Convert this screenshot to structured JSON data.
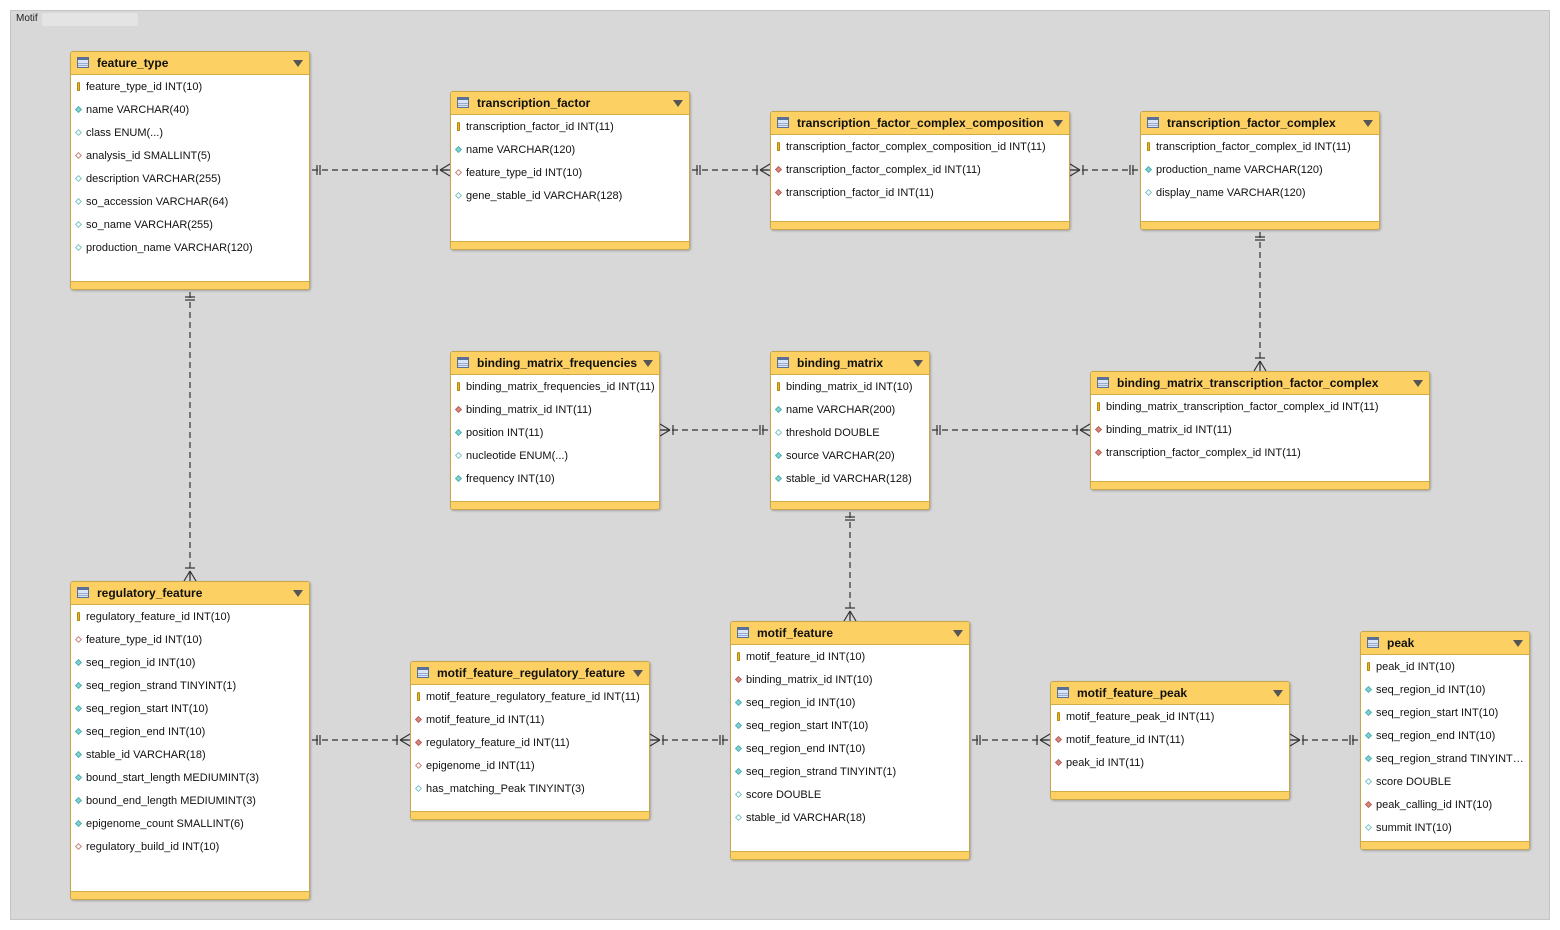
{
  "diagram": {
    "group_title": "Motif",
    "tables": [
      {
        "id": "feature_type",
        "name": "feature_type",
        "columns": [
          {
            "text": "feature_type_id INT(10)",
            "key": "pk"
          },
          {
            "text": "name VARCHAR(40)",
            "key": "idx"
          },
          {
            "text": "class ENUM(...)",
            "key": "col"
          },
          {
            "text": "analysis_id SMALLINT(5)",
            "key": "fkcol"
          },
          {
            "text": "description VARCHAR(255)",
            "key": "col"
          },
          {
            "text": "so_accession VARCHAR(64)",
            "key": "col"
          },
          {
            "text": "so_name VARCHAR(255)",
            "key": "col"
          },
          {
            "text": "production_name VARCHAR(120)",
            "key": "col"
          }
        ]
      },
      {
        "id": "transcription_factor",
        "name": "transcription_factor",
        "columns": [
          {
            "text": "transcription_factor_id INT(11)",
            "key": "pk"
          },
          {
            "text": "name VARCHAR(120)",
            "key": "idx"
          },
          {
            "text": "feature_type_id INT(10)",
            "key": "fkcol"
          },
          {
            "text": "gene_stable_id VARCHAR(128)",
            "key": "col"
          }
        ]
      },
      {
        "id": "tfcc",
        "name": "transcription_factor_complex_composition",
        "columns": [
          {
            "text": "transcription_factor_complex_composition_id INT(11)",
            "key": "pk"
          },
          {
            "text": "transcription_factor_complex_id INT(11)",
            "key": "fk"
          },
          {
            "text": "transcription_factor_id INT(11)",
            "key": "fk"
          }
        ]
      },
      {
        "id": "tfc",
        "name": "transcription_factor_complex",
        "columns": [
          {
            "text": "transcription_factor_complex_id INT(11)",
            "key": "pk"
          },
          {
            "text": "production_name VARCHAR(120)",
            "key": "idx"
          },
          {
            "text": "display_name VARCHAR(120)",
            "key": "col"
          }
        ]
      },
      {
        "id": "bmf",
        "name": "binding_matrix_frequencies",
        "columns": [
          {
            "text": "binding_matrix_frequencies_id INT(11)",
            "key": "pk"
          },
          {
            "text": "binding_matrix_id INT(11)",
            "key": "fk"
          },
          {
            "text": "position INT(11)",
            "key": "idx"
          },
          {
            "text": "nucleotide ENUM(...)",
            "key": "col"
          },
          {
            "text": "frequency INT(10)",
            "key": "idx"
          }
        ]
      },
      {
        "id": "bm",
        "name": "binding_matrix",
        "columns": [
          {
            "text": "binding_matrix_id INT(10)",
            "key": "pk"
          },
          {
            "text": "name VARCHAR(200)",
            "key": "idx"
          },
          {
            "text": "threshold DOUBLE",
            "key": "col"
          },
          {
            "text": "source VARCHAR(20)",
            "key": "idx"
          },
          {
            "text": "stable_id VARCHAR(128)",
            "key": "idx"
          }
        ]
      },
      {
        "id": "bmtfc",
        "name": "binding_matrix_transcription_factor_complex",
        "columns": [
          {
            "text": "binding_matrix_transcription_factor_complex_id INT(11)",
            "key": "pk"
          },
          {
            "text": "binding_matrix_id INT(11)",
            "key": "fk"
          },
          {
            "text": "transcription_factor_complex_id INT(11)",
            "key": "fk"
          }
        ]
      },
      {
        "id": "rf",
        "name": "regulatory_feature",
        "columns": [
          {
            "text": "regulatory_feature_id INT(10)",
            "key": "pk"
          },
          {
            "text": "feature_type_id INT(10)",
            "key": "fkcol"
          },
          {
            "text": "seq_region_id INT(10)",
            "key": "idx"
          },
          {
            "text": "seq_region_strand TINYINT(1)",
            "key": "idx"
          },
          {
            "text": "seq_region_start INT(10)",
            "key": "idx"
          },
          {
            "text": "seq_region_end INT(10)",
            "key": "idx"
          },
          {
            "text": "stable_id VARCHAR(18)",
            "key": "idx"
          },
          {
            "text": "bound_start_length MEDIUMINT(3)",
            "key": "idx"
          },
          {
            "text": "bound_end_length MEDIUMINT(3)",
            "key": "idx"
          },
          {
            "text": "epigenome_count SMALLINT(6)",
            "key": "idx"
          },
          {
            "text": "regulatory_build_id INT(10)",
            "key": "fkcol"
          }
        ]
      },
      {
        "id": "mfrf",
        "name": "motif_feature_regulatory_feature",
        "columns": [
          {
            "text": "motif_feature_regulatory_feature_id INT(11)",
            "key": "pk"
          },
          {
            "text": "motif_feature_id INT(11)",
            "key": "fk"
          },
          {
            "text": "regulatory_feature_id INT(11)",
            "key": "fk"
          },
          {
            "text": "epigenome_id INT(11)",
            "key": "fkcol"
          },
          {
            "text": "has_matching_Peak TINYINT(3)",
            "key": "col"
          }
        ]
      },
      {
        "id": "mf",
        "name": "motif_feature",
        "columns": [
          {
            "text": "motif_feature_id INT(10)",
            "key": "pk"
          },
          {
            "text": "binding_matrix_id INT(10)",
            "key": "fk"
          },
          {
            "text": "seq_region_id INT(10)",
            "key": "idx"
          },
          {
            "text": "seq_region_start INT(10)",
            "key": "idx"
          },
          {
            "text": "seq_region_end INT(10)",
            "key": "idx"
          },
          {
            "text": "seq_region_strand TINYINT(1)",
            "key": "idx"
          },
          {
            "text": "score DOUBLE",
            "key": "col"
          },
          {
            "text": "stable_id VARCHAR(18)",
            "key": "col"
          }
        ]
      },
      {
        "id": "mfp",
        "name": "motif_feature_peak",
        "columns": [
          {
            "text": "motif_feature_peak_id INT(11)",
            "key": "pk"
          },
          {
            "text": "motif_feature_id INT(11)",
            "key": "fk"
          },
          {
            "text": "peak_id INT(11)",
            "key": "fk"
          }
        ]
      },
      {
        "id": "peak",
        "name": "peak",
        "columns": [
          {
            "text": "peak_id INT(10)",
            "key": "pk"
          },
          {
            "text": "seq_region_id INT(10)",
            "key": "idx"
          },
          {
            "text": "seq_region_start INT(10)",
            "key": "idx"
          },
          {
            "text": "seq_region_end INT(10)",
            "key": "idx"
          },
          {
            "text": "seq_region_strand TINYINT…",
            "key": "idx"
          },
          {
            "text": "score DOUBLE",
            "key": "col"
          },
          {
            "text": "peak_calling_id INT(10)",
            "key": "fk"
          },
          {
            "text": "summit INT(10)",
            "key": "col"
          }
        ]
      }
    ],
    "relationships": [
      {
        "from": "feature_type",
        "to": "transcription_factor",
        "from_card": "one",
        "to_card": "many"
      },
      {
        "from": "transcription_factor",
        "to": "tfcc",
        "from_card": "one",
        "to_card": "many"
      },
      {
        "from": "tfcc",
        "to": "tfc",
        "from_card": "many",
        "to_card": "one"
      },
      {
        "from": "tfc",
        "to": "bmtfc",
        "from_card": "one",
        "to_card": "many"
      },
      {
        "from": "bmf",
        "to": "bm",
        "from_card": "many",
        "to_card": "one"
      },
      {
        "from": "bm",
        "to": "bmtfc",
        "from_card": "one",
        "to_card": "many"
      },
      {
        "from": "feature_type",
        "to": "rf",
        "from_card": "one",
        "to_card": "many"
      },
      {
        "from": "bm",
        "to": "mf",
        "from_card": "one",
        "to_card": "many"
      },
      {
        "from": "rf",
        "to": "mfrf",
        "from_card": "one",
        "to_card": "many"
      },
      {
        "from": "mfrf",
        "to": "mf",
        "from_card": "many",
        "to_card": "one"
      },
      {
        "from": "mf",
        "to": "mfp",
        "from_card": "one",
        "to_card": "many"
      },
      {
        "from": "mfp",
        "to": "peak",
        "from_card": "many",
        "to_card": "one"
      }
    ]
  }
}
